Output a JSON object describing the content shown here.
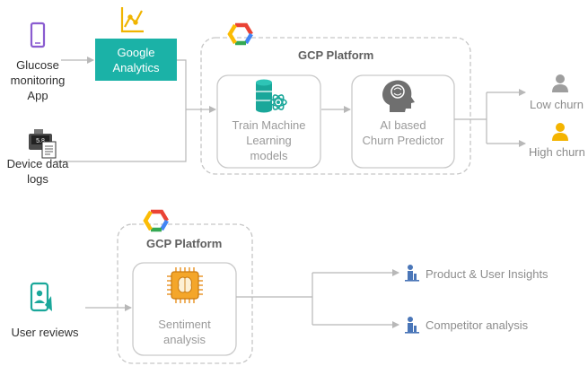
{
  "sources": {
    "glucose_app": [
      "Glucose",
      "monitoring",
      "App"
    ],
    "device_logs": [
      "Device data",
      "logs"
    ],
    "user_reviews": "User reviews"
  },
  "google_analytics": [
    "Google",
    "Analytics"
  ],
  "platform_top": {
    "title": "GCP Platform",
    "train": [
      "Train Machine",
      "Learning",
      "models"
    ],
    "predictor": [
      "AI based",
      "Churn Predictor"
    ]
  },
  "outputs_top": {
    "low": "Low churn",
    "high": "High churn"
  },
  "platform_bottom": {
    "title": "GCP Platform",
    "sentiment": [
      "Sentiment",
      "analysis"
    ]
  },
  "outputs_bottom": {
    "insights": "Product & User Insights",
    "competitor": "Competitor analysis"
  },
  "device_log_screen_text": "5.8",
  "colors": {
    "ga_box": "#1bb2a7",
    "icon_teal": "#1aa79a",
    "phone_purple": "#8a5cd0",
    "chart_yellow": "#f0b400",
    "person_gray": "#9e9e9e",
    "person_yellow": "#f4b400",
    "chip_orange": "#e89020",
    "gcp_red": "#ea4335",
    "gcp_yellow": "#fbbc05",
    "gcp_green": "#34a853",
    "gcp_blue": "#4285f4"
  }
}
